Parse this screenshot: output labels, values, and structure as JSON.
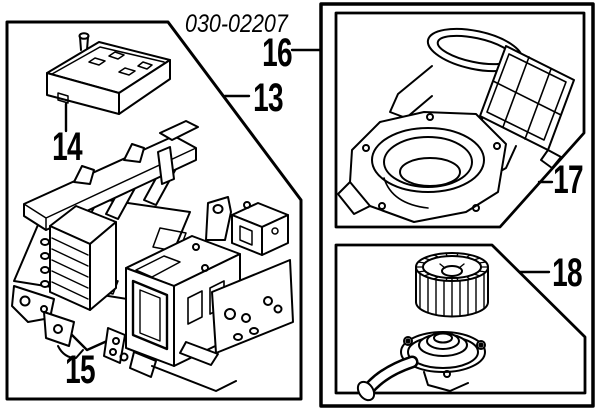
{
  "figure": {
    "type": "exploded-parts-diagram",
    "part_code": "030-02207",
    "callouts": [
      {
        "number": "13"
      },
      {
        "number": "14"
      },
      {
        "number": "15"
      },
      {
        "number": "16"
      },
      {
        "number": "17"
      },
      {
        "number": "18"
      }
    ],
    "colors": {
      "line": "#000000",
      "background": "#ffffff"
    }
  }
}
